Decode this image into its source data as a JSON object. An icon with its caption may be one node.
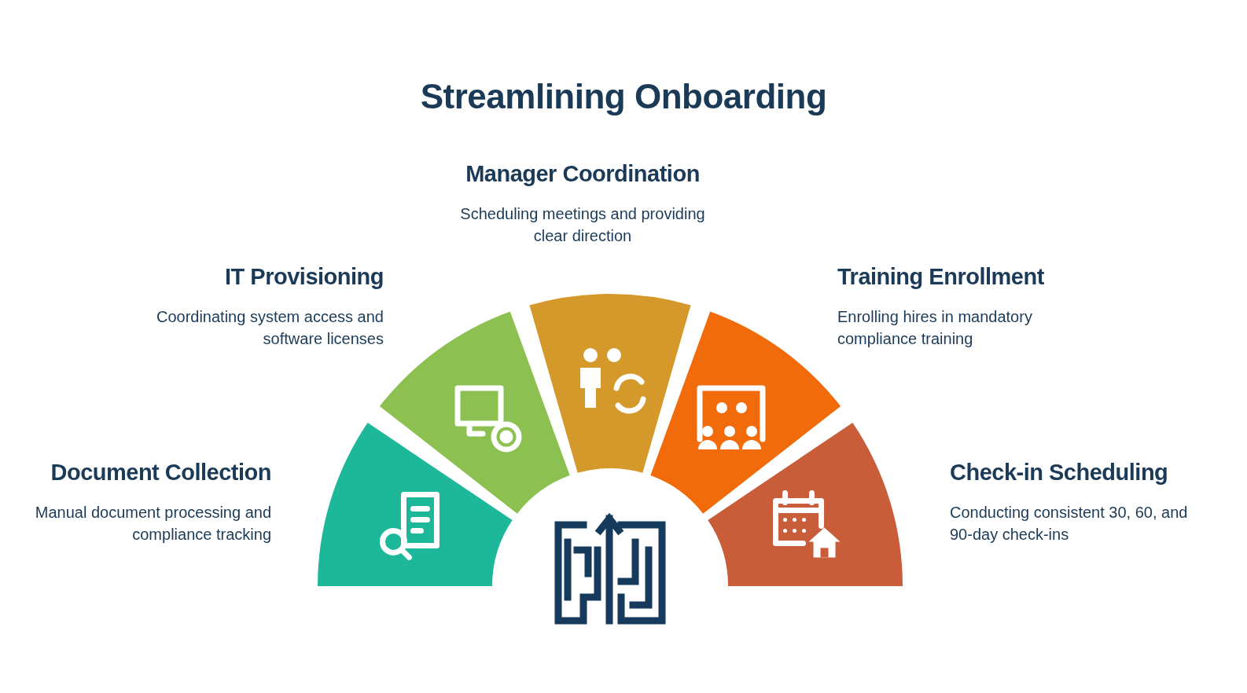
{
  "diagram": {
    "title": "Streamlining Onboarding",
    "nodes": [
      {
        "text": [
          "Document Collection",
          "Manual document processing and compliance tracking"
        ]
      },
      {
        "text": [
          "IT Provisioning",
          "Coordinating system access and software licenses"
        ]
      },
      {
        "text": [
          "Manager Coordination",
          "Scheduling meetings and providing clear direction"
        ]
      },
      {
        "text": [
          "Training Enrollment",
          "Enrolling hires in mandatory compliance training"
        ]
      },
      {
        "text": [
          "Check-in Scheduling",
          "Conducting consistent 30, 60, and 90-day check-ins"
        ]
      }
    ]
  }
}
